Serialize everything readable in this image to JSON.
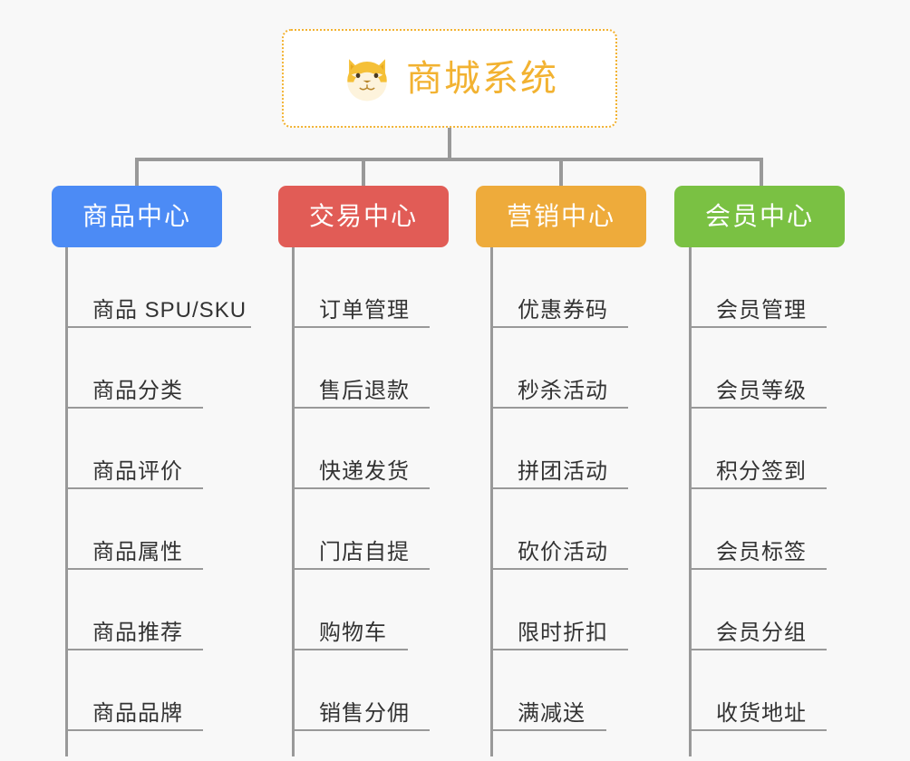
{
  "diagram": {
    "title": "商城系统",
    "background_color": "#f8f8f8",
    "root": {
      "label": "商城系统",
      "icon": "shiba-dog-face-emoji",
      "text_color": "#f2b231",
      "border_color": "#f2b231",
      "background_color": "#ffffff",
      "border_style": "dotted"
    },
    "connector_color": "#999999",
    "branches": [
      {
        "label": "商品中心",
        "color": "#4c8bf5",
        "items": [
          "商品 SPU/SKU",
          "商品分类",
          "商品评价",
          "商品属性",
          "商品推荐",
          "商品品牌"
        ]
      },
      {
        "label": "交易中心",
        "color": "#e15c56",
        "items": [
          "订单管理",
          "售后退款",
          "快递发货",
          "门店自提",
          "购物车",
          "销售分佣"
        ]
      },
      {
        "label": "营销中心",
        "color": "#eeab3b",
        "items": [
          "优惠券码",
          "秒杀活动",
          "拼团活动",
          "砍价活动",
          "限时折扣",
          "满减送"
        ]
      },
      {
        "label": "会员中心",
        "color": "#77c košt"
      }
    ]
  }
}
